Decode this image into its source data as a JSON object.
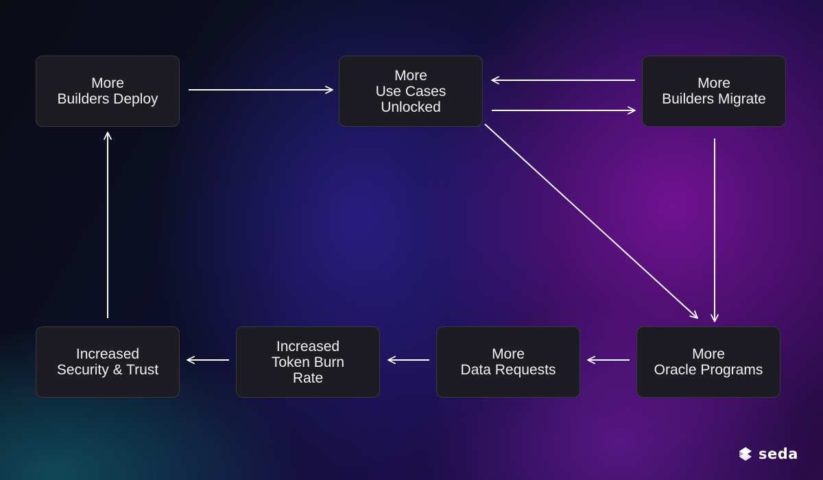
{
  "nodes": [
    {
      "id": "builders-deploy",
      "label": "More\nBuilders Deploy"
    },
    {
      "id": "use-cases",
      "label": "More\nUse Cases\nUnlocked"
    },
    {
      "id": "builders-migrate",
      "label": "More\nBuilders Migrate"
    },
    {
      "id": "security-trust",
      "label": "Increased\nSecurity & Trust"
    },
    {
      "id": "token-burn",
      "label": "Increased\nToken Burn\nRate"
    },
    {
      "id": "data-requests",
      "label": "More\nData Requests"
    },
    {
      "id": "oracle-programs",
      "label": "More\nOracle Programs"
    }
  ],
  "edges": [
    {
      "from": "builders-deploy",
      "to": "use-cases"
    },
    {
      "from": "builders-migrate",
      "to": "use-cases"
    },
    {
      "from": "use-cases",
      "to": "builders-migrate"
    },
    {
      "from": "use-cases",
      "to": "oracle-programs"
    },
    {
      "from": "builders-migrate",
      "to": "oracle-programs"
    },
    {
      "from": "oracle-programs",
      "to": "data-requests"
    },
    {
      "from": "data-requests",
      "to": "token-burn"
    },
    {
      "from": "token-burn",
      "to": "security-trust"
    },
    {
      "from": "security-trust",
      "to": "builders-deploy"
    }
  ],
  "brand": {
    "name": "seda",
    "icon": "seda-logo-icon",
    "color": "#ffffff"
  },
  "colors": {
    "node_fill": "#1d1c22",
    "node_text": "#f1f1f4",
    "arrow": "#ffffff"
  }
}
